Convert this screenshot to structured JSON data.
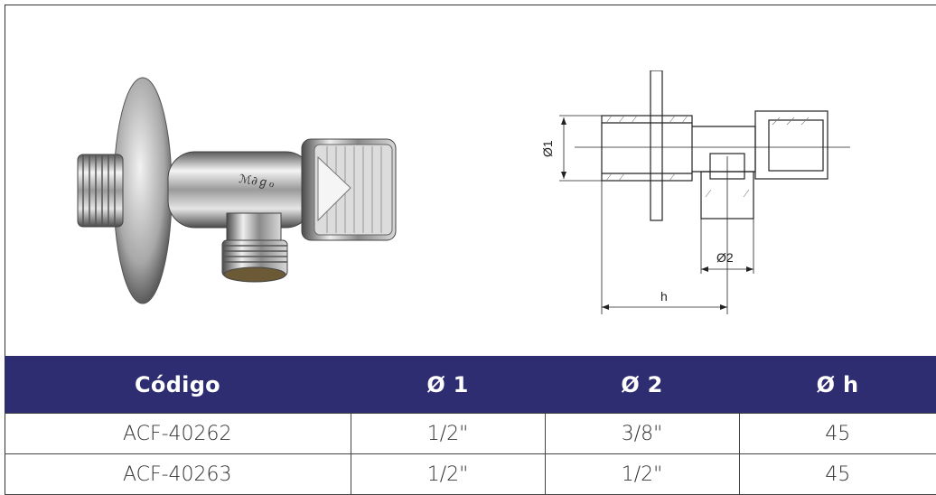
{
  "drawing_labels": {
    "d1": "Ø1",
    "d2": "Ø2",
    "h": "h"
  },
  "table": {
    "headers": [
      "Código",
      "Ø 1",
      "Ø 2",
      "Ø h"
    ],
    "rows": [
      [
        "ACF-40262",
        "1/2\"",
        "3/8\"",
        "45"
      ],
      [
        "ACF-40263",
        "1/2\"",
        "1/2\"",
        "45"
      ]
    ]
  },
  "colors": {
    "header_bg": "#2e2d72",
    "header_text": "#ffffff",
    "border": "#444444"
  }
}
